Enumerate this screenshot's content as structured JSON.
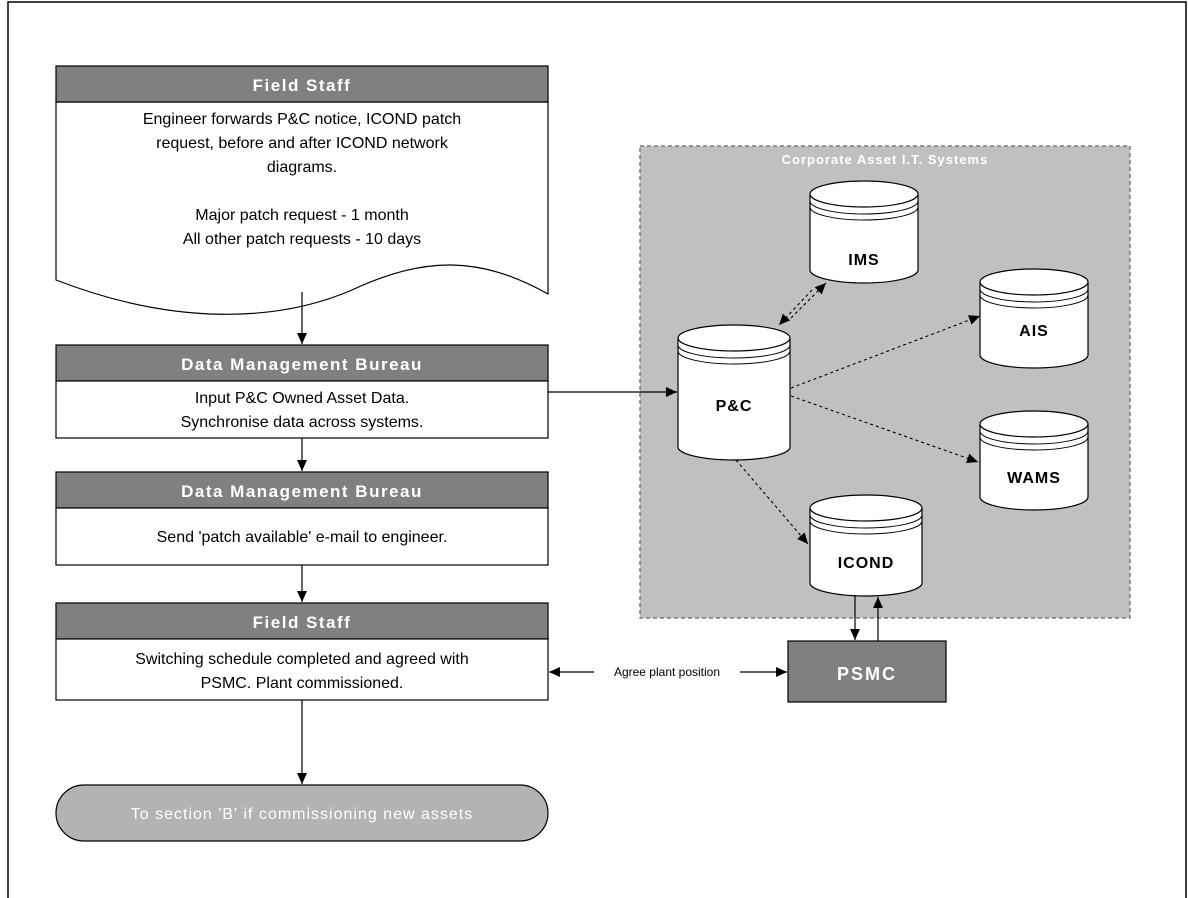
{
  "colors": {
    "header_fill": "#808080",
    "corporate_fill": "#c0c0c0",
    "psmc_fill": "#808080",
    "terminator_fill": "#b3b3b3",
    "line": "#000000"
  },
  "flow": {
    "step1": {
      "header": "Field Staff",
      "lines": [
        "Engineer forwards P&C notice, ICOND patch",
        "request, before and after ICOND network",
        "diagrams.",
        "",
        "Major patch request - 1 month",
        "All other patch requests - 10 days"
      ]
    },
    "step2": {
      "header": "Data Management Bureau",
      "lines": [
        "Input P&C Owned Asset Data.",
        "Synchronise data across systems."
      ]
    },
    "step3": {
      "header": "Data Management Bureau",
      "lines": [
        "Send 'patch available' e-mail to engineer."
      ]
    },
    "step4": {
      "header": "Field Staff",
      "lines": [
        "Switching schedule completed and agreed with",
        "PSMC. Plant commissioned."
      ]
    },
    "terminator": "To section 'B' if commissioning new assets"
  },
  "corporate": {
    "title": "Corporate Asset I.T. Systems",
    "databases": {
      "ims": "IMS",
      "ais": "AIS",
      "pc": "P&C",
      "wams": "WAMS",
      "icond": "ICOND"
    }
  },
  "psmc": {
    "label": "PSMC"
  },
  "connector": {
    "agree_label": "Agree plant position"
  }
}
